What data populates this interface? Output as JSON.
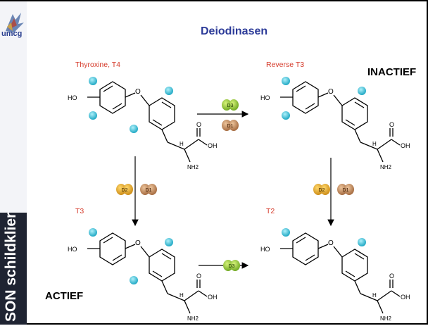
{
  "sidebar": {
    "logo_text": "umcg",
    "vertical_label": "SON schildklier"
  },
  "slide": {
    "title": "Deiodinasen",
    "molecules": {
      "t4": "Thyroxine, T4",
      "rt3": "Reverse T3",
      "t3": "T3",
      "t2": "T2"
    },
    "status_inactive": "INACTIEF",
    "status_active": "ACTIEF",
    "enzymes": {
      "d3": "D3",
      "d1": "D1",
      "d2": "D2"
    },
    "chem": {
      "ho": "HO",
      "o": "O",
      "oh": "OH",
      "h": "H",
      "nh2": "NH2"
    }
  },
  "colors": {
    "title": "#2b3a98",
    "label_red": "#d53a2a",
    "iodine": "#3fc3d8",
    "d3_green": "#93c63d",
    "d1_brown": "#c58b5c",
    "d2_gold": "#e6a82a",
    "sidebar_dark": "#1f2432"
  }
}
